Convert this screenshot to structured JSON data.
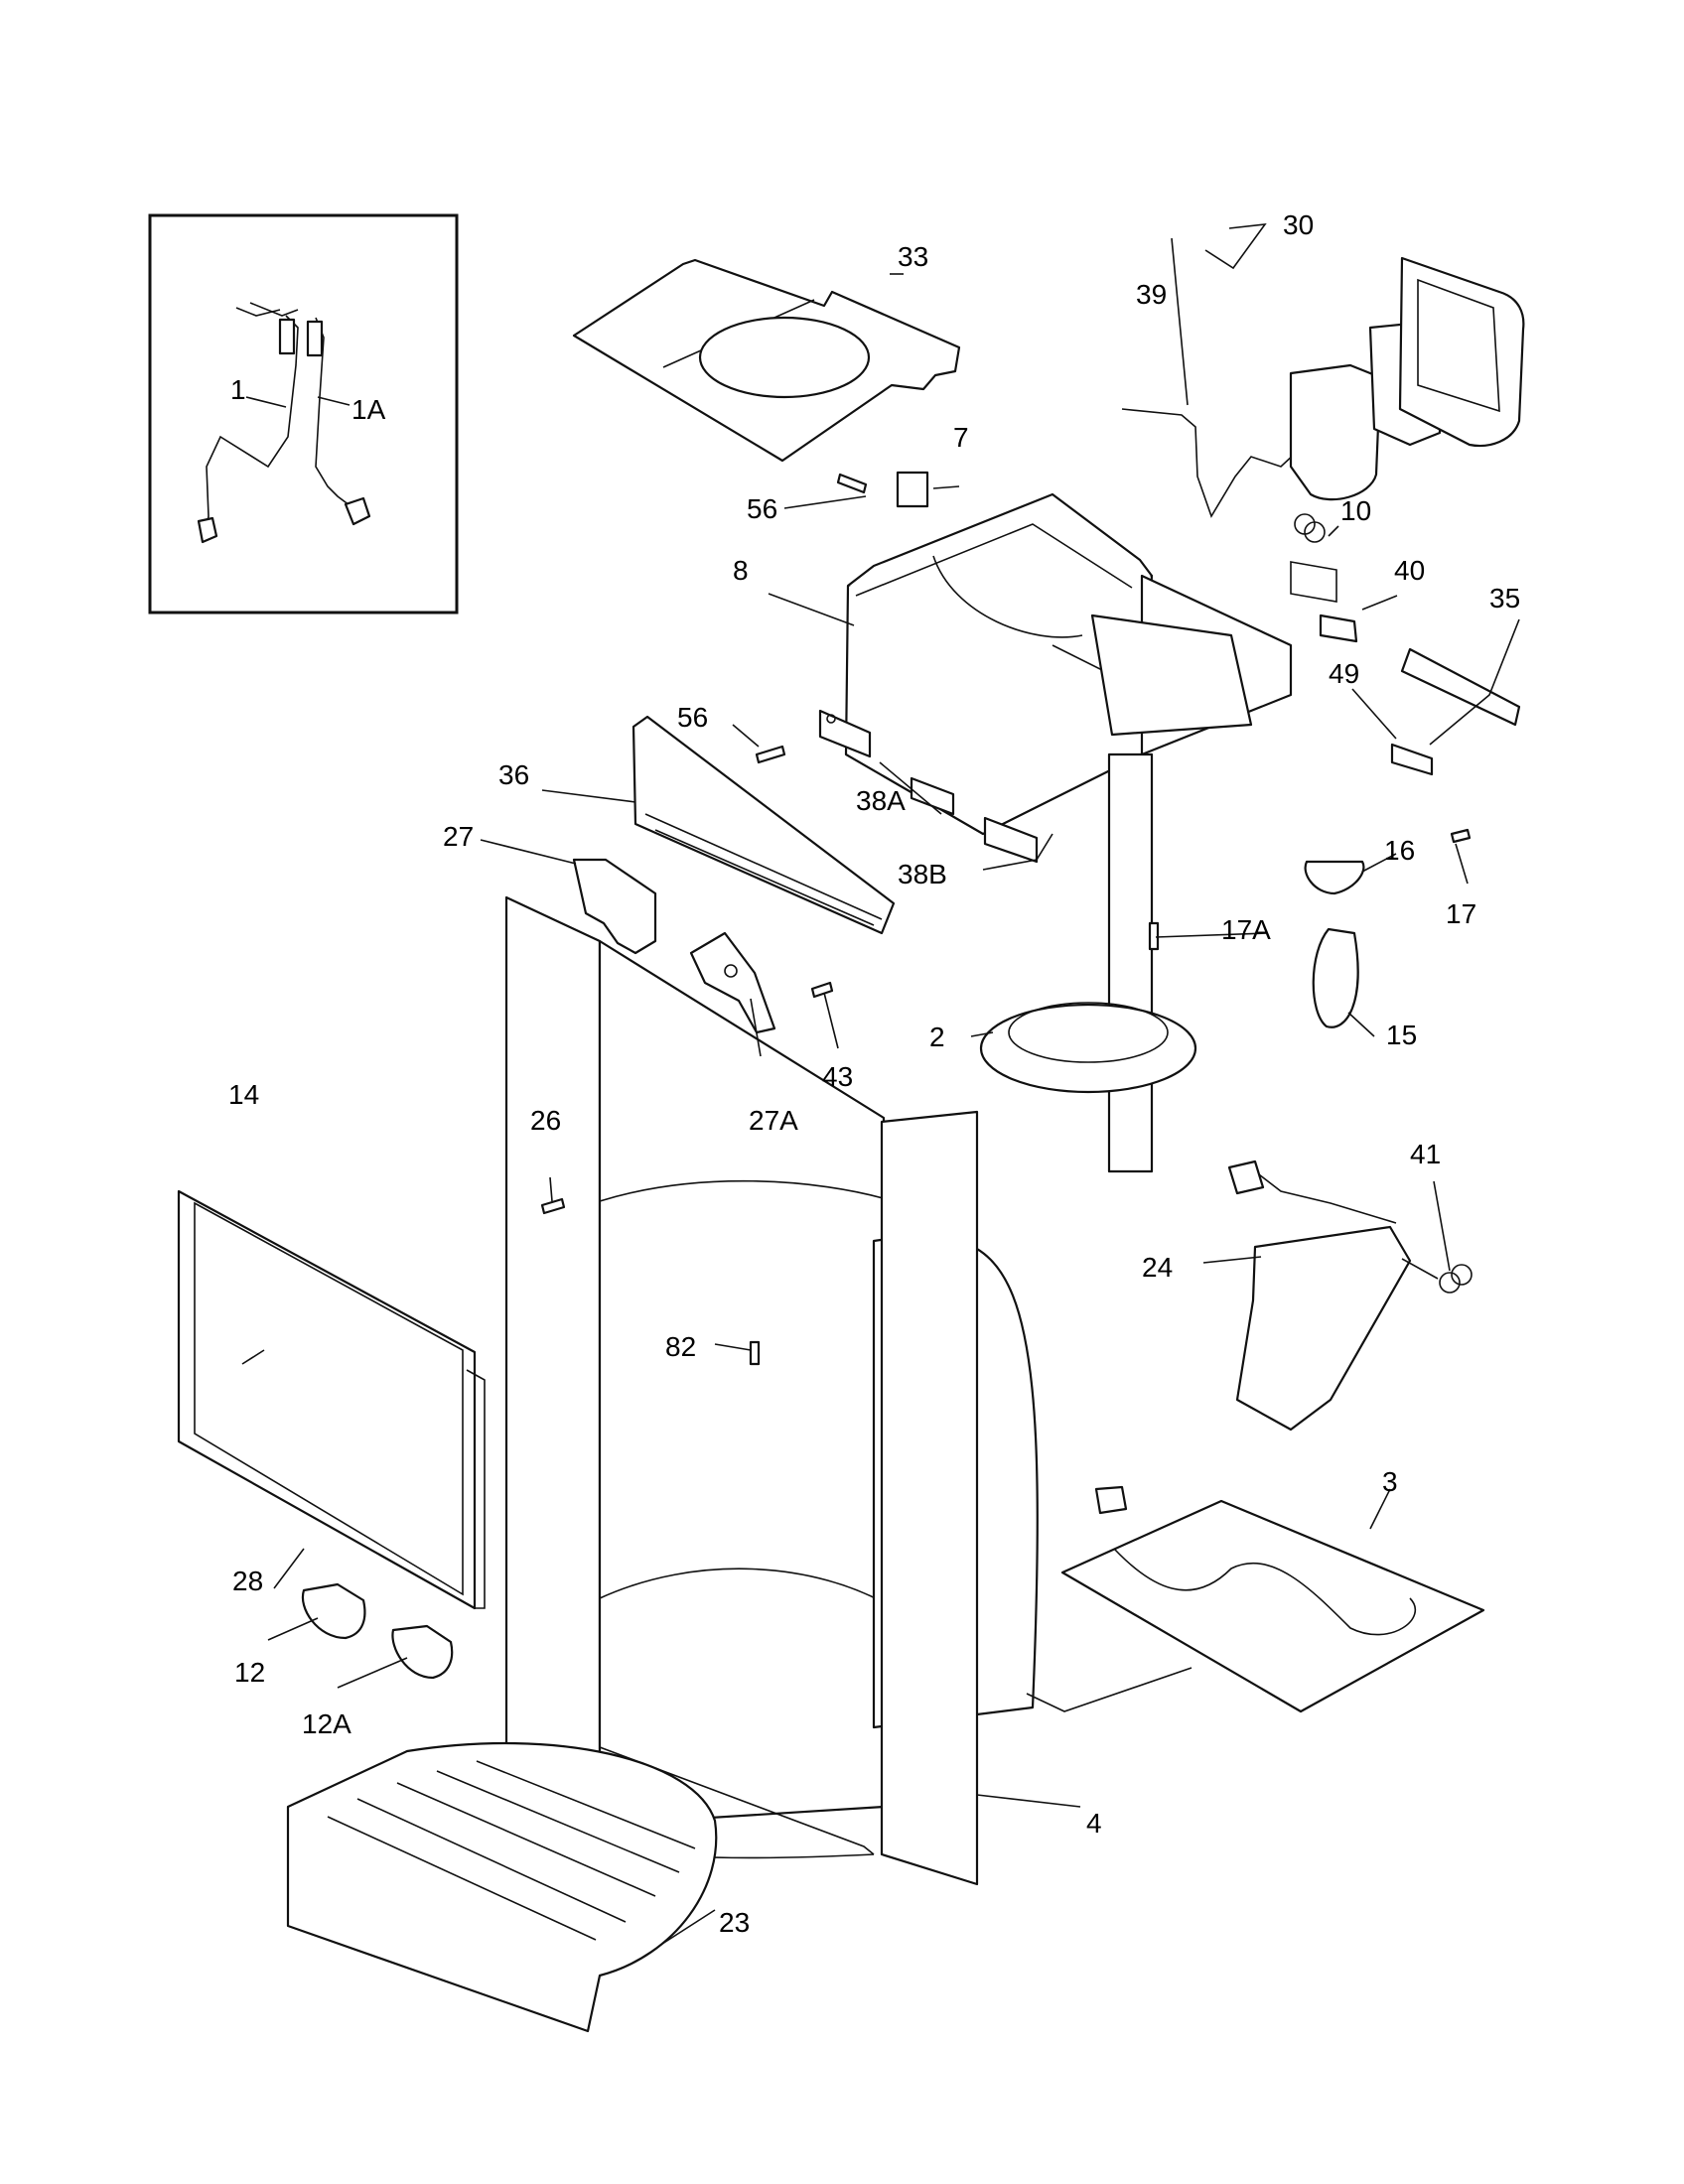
{
  "callouts": {
    "c1": "1",
    "c1A": "1A",
    "c2": "2",
    "c3": "3",
    "c4": "4",
    "c7": "7",
    "c8": "8",
    "c10": "10",
    "c12": "12",
    "c12A": "12A",
    "c14": "14",
    "c15": "15",
    "c16": "16",
    "c17": "17",
    "c17A": "17A",
    "c23": "23",
    "c24": "24",
    "c26": "26",
    "c27": "27",
    "c27A": "27A",
    "c28": "28",
    "c30": "30",
    "c33": "33",
    "c35": "35",
    "c36": "36",
    "c38A": "38A",
    "c38B": "38B",
    "c39": "39",
    "c40": "40",
    "c41": "41",
    "c43": "43",
    "c49": "49",
    "c56a": "56",
    "c56b": "56",
    "c82": "82"
  }
}
